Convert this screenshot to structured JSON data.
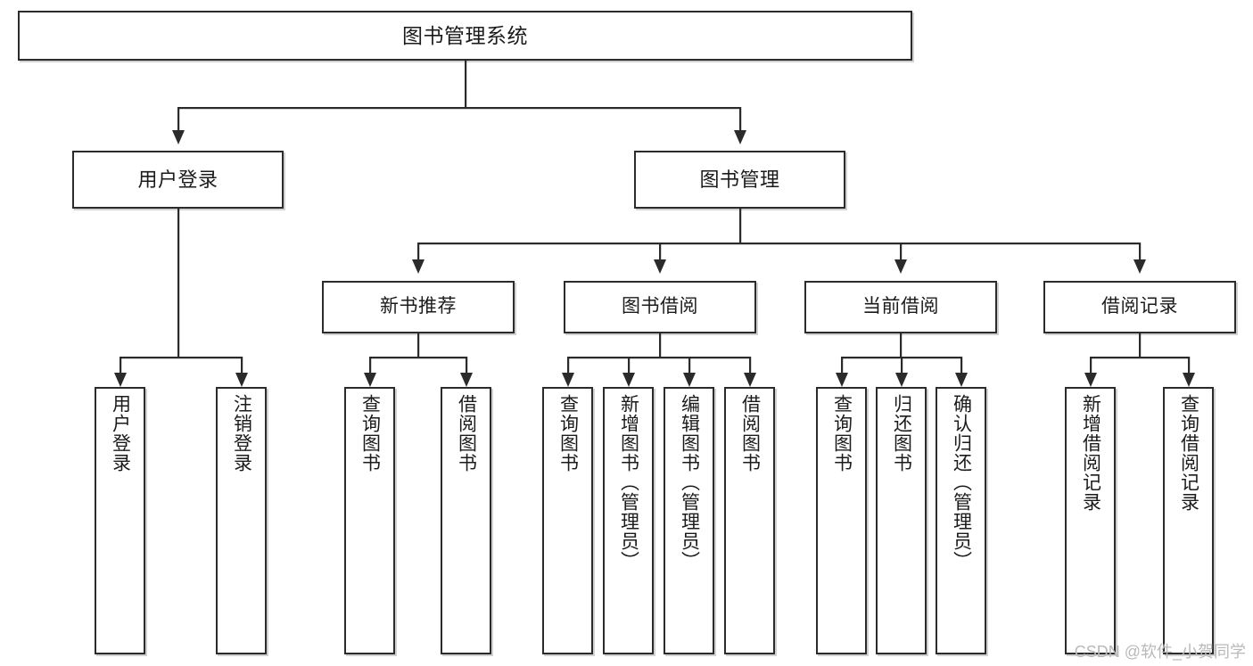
{
  "diagram": {
    "type": "tree",
    "title": "图书管理系统",
    "orientation": "top-down",
    "watermark": "CSDN @软件_小贺同学",
    "colors": {
      "stroke": "#2b2b2b",
      "fill": "#ffffff",
      "text": "#1b1b1b",
      "watermark": "#b9b9b9"
    },
    "nodes": {
      "root": {
        "label": "图书管理系统"
      },
      "level2": [
        {
          "label": "用户登录"
        },
        {
          "label": "图书管理"
        }
      ],
      "level3": [
        {
          "label": "新书推荐"
        },
        {
          "label": "图书借阅"
        },
        {
          "label": "当前借阅"
        },
        {
          "label": "借阅记录"
        }
      ],
      "leaves": {
        "user_login": [
          {
            "label": "用户登录"
          },
          {
            "label": "注销登录"
          }
        ],
        "new_book": [
          {
            "label": "查询图书"
          },
          {
            "label": "借阅图书"
          }
        ],
        "book_borrow": [
          {
            "label": "查询图书"
          },
          {
            "label": "新增图书（管理员）"
          },
          {
            "label": "编辑图书（管理员）"
          },
          {
            "label": "借阅图书"
          }
        ],
        "current_borrow": [
          {
            "label": "查询图书"
          },
          {
            "label": "归还图书"
          },
          {
            "label": "确认归还（管理员）"
          }
        ],
        "borrow_record": [
          {
            "label": "新增借阅记录"
          },
          {
            "label": "查询借阅记录"
          }
        ]
      }
    }
  }
}
